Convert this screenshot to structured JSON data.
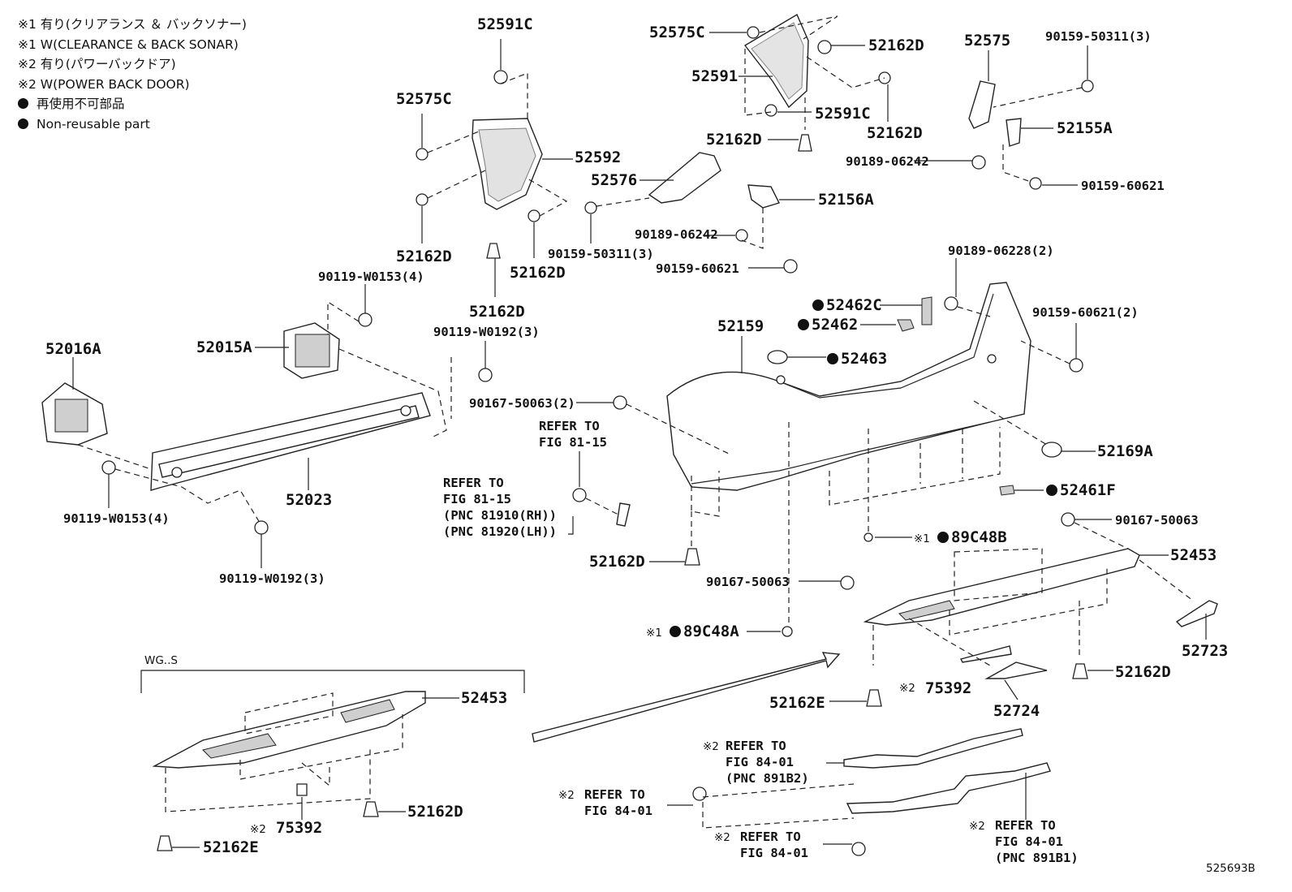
{
  "legend": {
    "note1_jp": "※1 有り(クリアランス ＆ バックソナー)",
    "note1_en": "※1 W(CLEARANCE & BACK SONAR)",
    "note2_jp": "※2 有り(パワーバックドア)",
    "note2_en": "※2 W(POWER BACK DOOR)",
    "nonreuse_jp": "再使用不可部品",
    "nonreuse_en": "Non-reusable part"
  },
  "figure_id": "525693B",
  "variant_label": "WG..S",
  "labels": {
    "p52591C_a": "52591C",
    "p52575C_a": "52575C",
    "p52592": "52592",
    "p52162D_a": "52162D",
    "p52162D_b": "52162D",
    "p52162D_c": "52162D",
    "p52576": "52576",
    "p90159_50311_a": "90159-50311(3)",
    "p52575C_b": "52575C",
    "p52591": "52591",
    "p52162D_d": "52162D",
    "p52591C_b": "52591C",
    "p52162D_e": "52162D",
    "p52162D_f": "52162D",
    "p52575": "52575",
    "p90159_50311_b": "90159-50311(3)",
    "p52155A": "52155A",
    "p90189_06242_a": "90189-06242",
    "p90159_60621_a": "90159-60621",
    "p52156A": "52156A",
    "p90189_06242_b": "90189-06242",
    "p90159_60621_b": "90159-60621",
    "p90119_W0153_a": "90119-W0153(4)",
    "p52016A": "52016A",
    "p52015A": "52015A",
    "p90119_W0192_a": "90119-W0192(3)",
    "p90119_W0153_b": "90119-W0153(4)",
    "p52023": "52023",
    "p90119_W0192_b": "90119-W0192(3)",
    "p90167_50063_a": "90167-50063(2)",
    "p90189_06228": "90189-06228(2)",
    "p52462C": "52462C",
    "p52462": "52462",
    "p52159": "52159",
    "p52463": "52463",
    "p90159_60621_c": "90159-60621(2)",
    "p52169A": "52169A",
    "p52461F": "52461F",
    "p89C48B": "89C48B",
    "p90167_50063_b": "90167-50063",
    "p52453_a": "52453",
    "p52162D_g": "52162D",
    "p90167_50063_c": "90167-50063",
    "p89C48A": "89C48A",
    "p52723": "52723",
    "p52162D_h": "52162D",
    "p75392_a": "75392",
    "p52162E_a": "52162E",
    "p52724": "52724",
    "p52453_b": "52453",
    "p75392_b": "75392",
    "p52162D_i": "52162D",
    "p52162E_b": "52162E"
  },
  "refs": {
    "refer_to": "REFER TO",
    "fig_81_15": "FIG 81-15",
    "fig_84_01": "FIG 84-01",
    "pnc_81910": "(PNC 81910(RH))",
    "pnc_81920": "(PNC 81920(LH))",
    "pnc_891B2": "(PNC 891B2)",
    "pnc_891B1": "(PNC 891B1)"
  },
  "marks": {
    "note1": "※1",
    "note2": "※2"
  }
}
